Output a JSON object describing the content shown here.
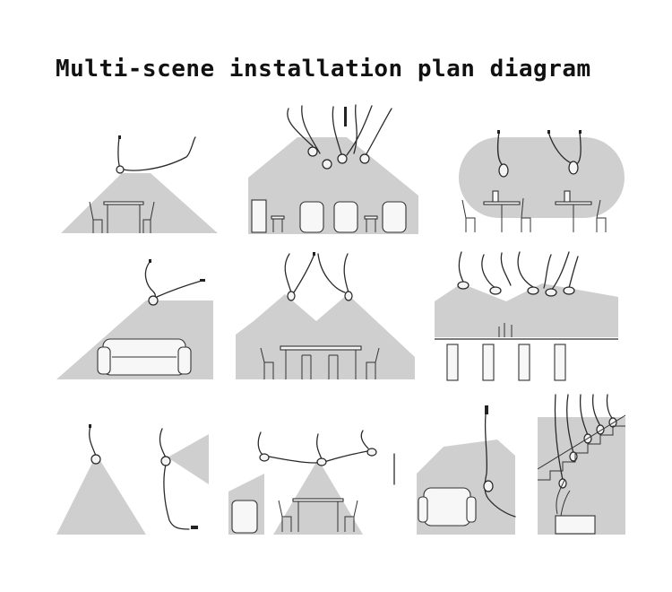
{
  "title": "Multi-scene installation plan diagram",
  "scenes": [
    {
      "id": "single-lamp-dining"
    },
    {
      "id": "multi-lamp-lounge"
    },
    {
      "id": "cafe-pair"
    },
    {
      "id": "living-room-sofa"
    },
    {
      "id": "long-table-pair"
    },
    {
      "id": "bar-counter-cluster"
    },
    {
      "id": "wall-and-hanging"
    },
    {
      "id": "dining-swag"
    },
    {
      "id": "armchair-floor-lamp"
    },
    {
      "id": "staircase-cascade"
    }
  ],
  "colors": {
    "shade": "#cfcfcf",
    "line": "#2a2a2a",
    "background": "#ffffff"
  }
}
